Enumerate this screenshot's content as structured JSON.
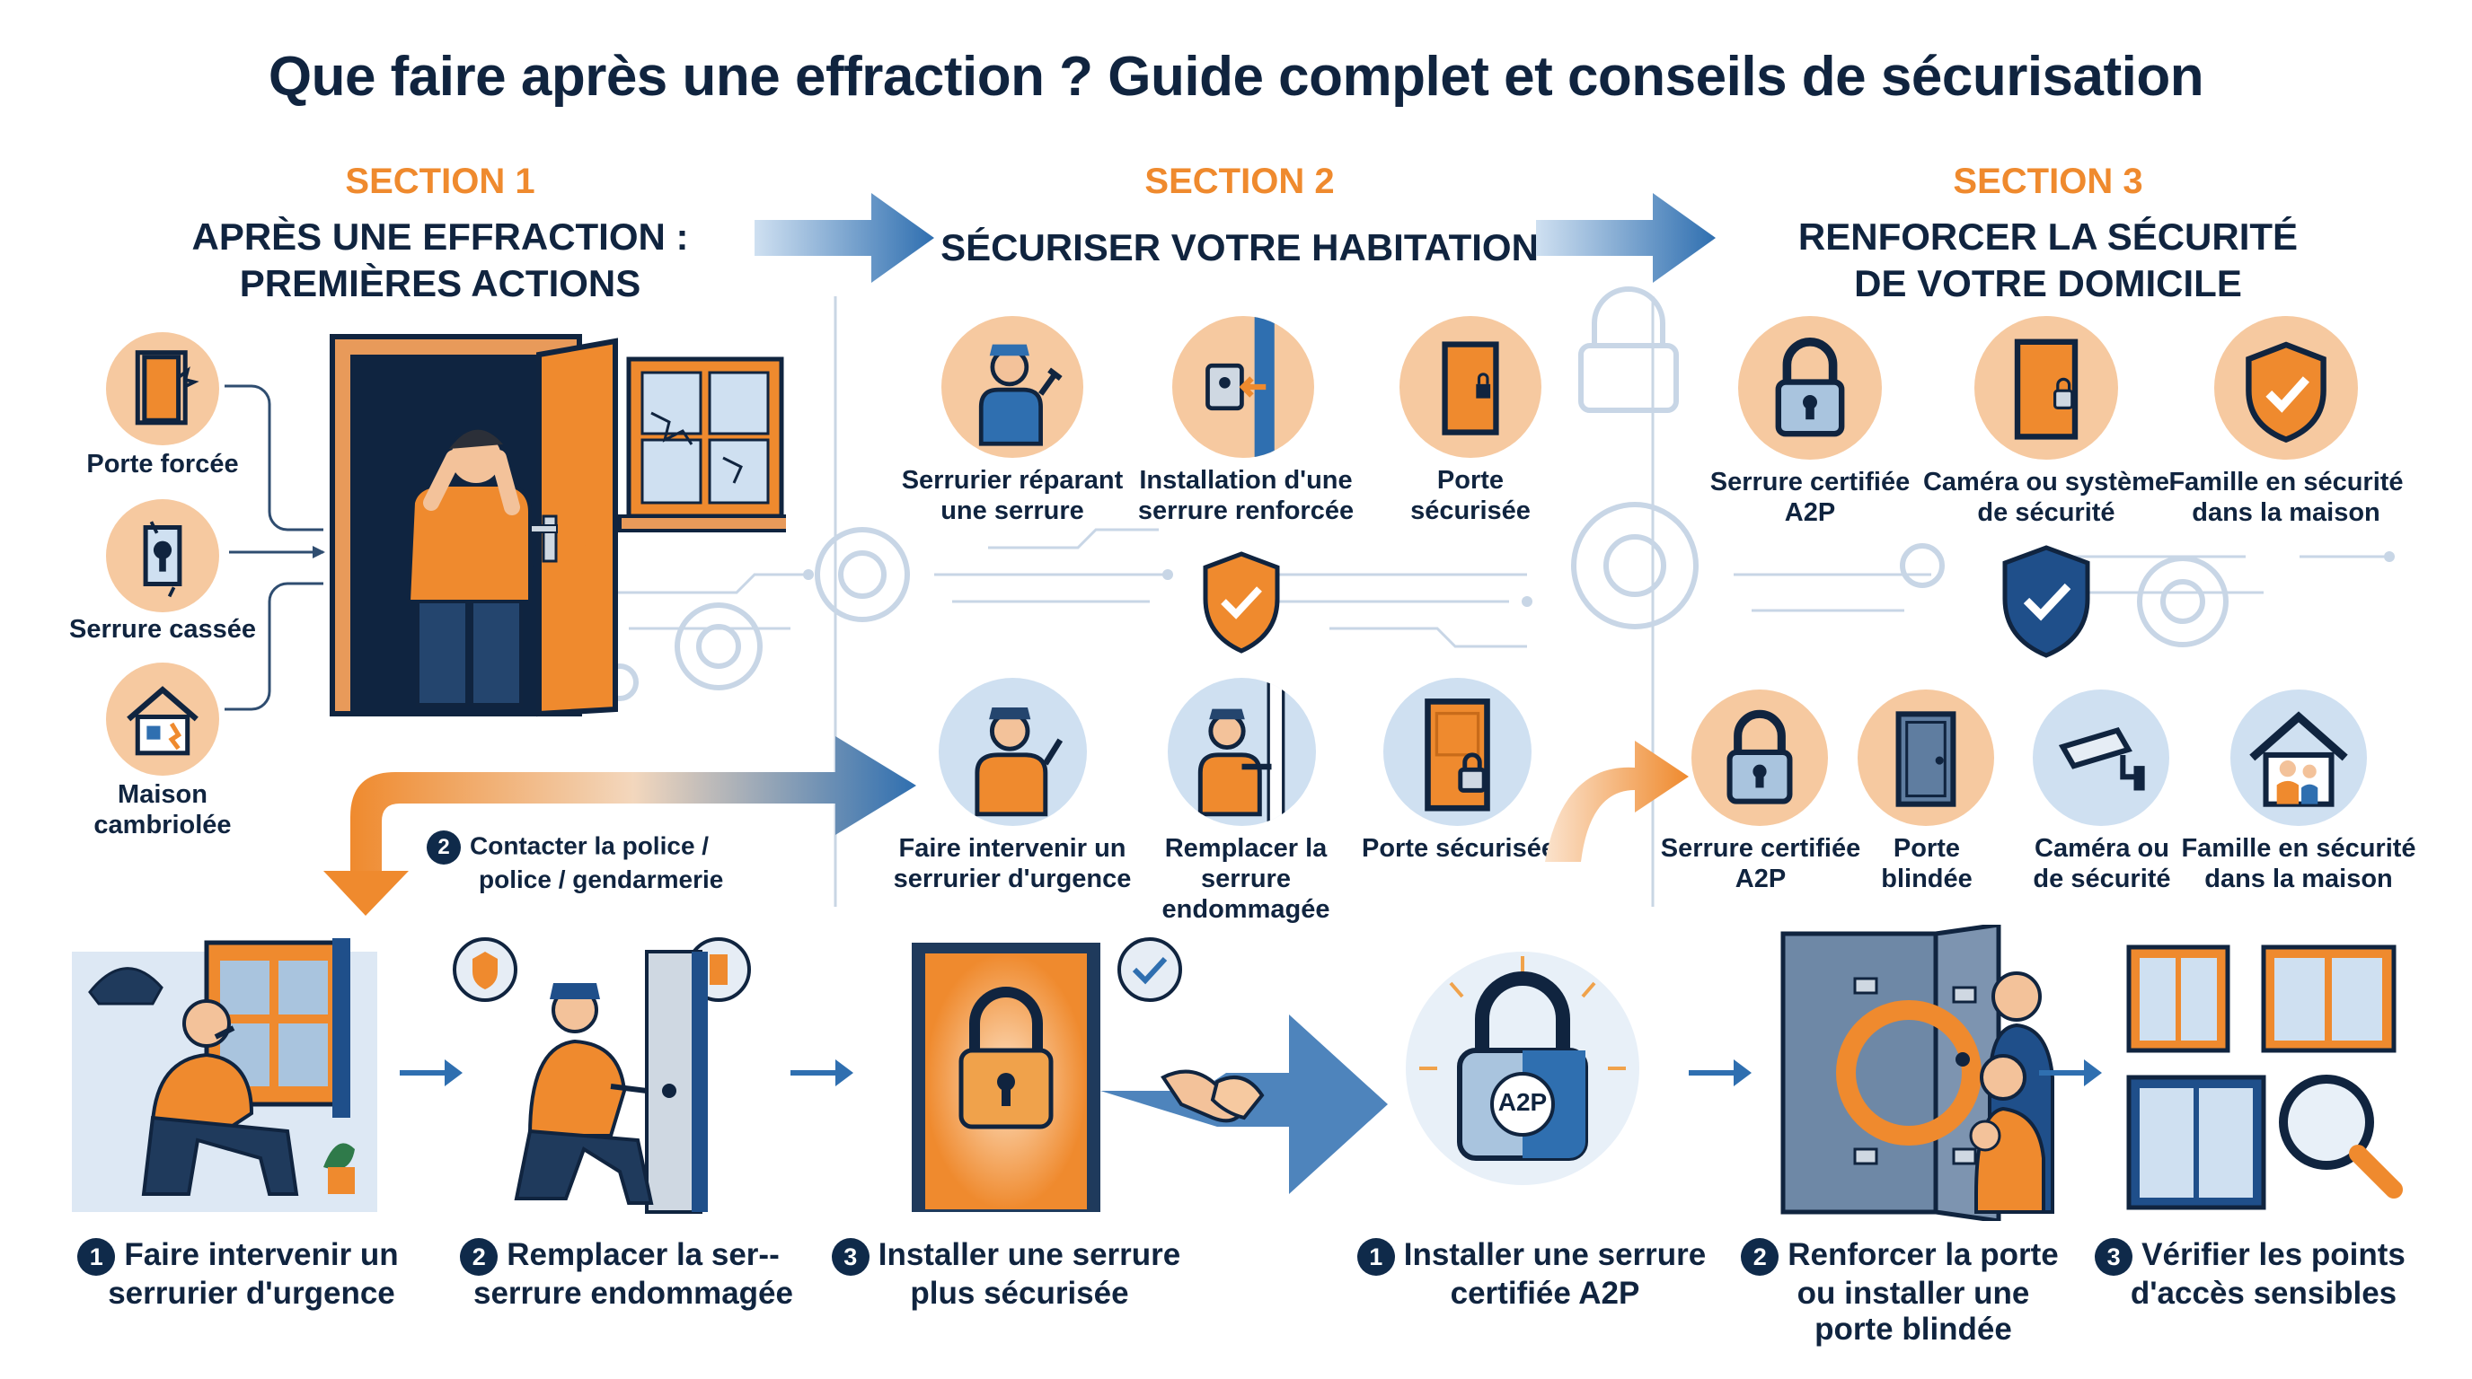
{
  "header": {
    "title": "Que faire après une effraction ? Guide complet et conseils de sécurisation"
  },
  "colors": {
    "navy": "#10243f",
    "orange": "#ef8a2e",
    "blue": "#2f6fb0",
    "peach": "#f6c9a0",
    "lightblue": "#cfe0f1"
  },
  "section1": {
    "label": "SECTION 1",
    "title_line1": "APRÈS UNE EFFRACTION :",
    "title_line2": "PREMIÈRES ACTIONS",
    "items": [
      {
        "label": "Porte forcée",
        "icon": "forced-door-icon"
      },
      {
        "label": "Serrure cassée",
        "icon": "broken-lock-icon"
      },
      {
        "label": "Maison cambriolée",
        "icon": "burgled-house-icon"
      }
    ],
    "contact_num": "2",
    "contact_line1": "Contacter la police /",
    "contact_line2": "police / gendarmerie"
  },
  "section2": {
    "label": "SECTION 2",
    "title": "SÉCURISER VOTRE HABITATION",
    "row1": [
      {
        "line1": "Serrurier réparant",
        "line2": "une serrure",
        "icon": "locksmith-icon"
      },
      {
        "line1": "Installation d'une",
        "line2": "serrure renforcée",
        "icon": "reinforced-lock-icon"
      },
      {
        "line1": "Porte",
        "line2": "sécurisée",
        "icon": "secure-door-icon"
      }
    ],
    "row2": [
      {
        "line1": "Faire intervenir un",
        "line2": "serrurier d'urgence",
        "icon": "emergency-locksmith-icon"
      },
      {
        "line1": "Remplacer la serrure",
        "line2": "endommagée",
        "icon": "replace-lock-icon"
      },
      {
        "line1": "Porte sécurisée",
        "line2": "",
        "icon": "secure-door-icon"
      }
    ]
  },
  "section3": {
    "label": "SECTION 3",
    "title_line1": "RENFORCER LA SÉCURITÉ",
    "title_line2": "DE VOTRE DOMICILE",
    "row1": [
      {
        "line1": "Serrure certifiée",
        "line2": "A2P",
        "icon": "padlock-icon"
      },
      {
        "line1": "Caméra ou système",
        "line2": "de sécurité",
        "icon": "door-lock-icon"
      },
      {
        "line1": "Famille en sécurité",
        "line2": "dans la maison",
        "icon": "shield-check-icon"
      }
    ],
    "row2": [
      {
        "line1": "Serrure certifiée",
        "line2": "A2P",
        "icon": "padlock-icon"
      },
      {
        "line1": "Porte",
        "line2": "blindée",
        "icon": "armored-door-icon"
      },
      {
        "line1": "Caméra ou",
        "line2": "de sécurité",
        "icon": "camera-icon"
      },
      {
        "line1": "Famille en sécurité",
        "line2": "dans la maison",
        "icon": "family-house-icon"
      }
    ]
  },
  "bottom_steps": [
    {
      "num": "1",
      "line1": "Faire intervenir un",
      "line2": "serrurier d'urgence",
      "line3": ""
    },
    {
      "num": "2",
      "line1": "Remplacer la ser--",
      "line2": "serrure endommagée",
      "line3": ""
    },
    {
      "num": "3",
      "line1": "Installer une serrure",
      "line2": "plus sécurisée",
      "line3": ""
    },
    {
      "num": "1",
      "line1": "Installer une serrure",
      "line2": "certifiée A2P",
      "line3": ""
    },
    {
      "num": "2",
      "line1": "Renforcer la porte",
      "line2": "ou installer une",
      "line3": "porte blindée"
    },
    {
      "num": "3",
      "line1": "Vérifier les points",
      "line2": "d'accès sensibles",
      "line3": ""
    }
  ],
  "a2p_badge": "A2P"
}
